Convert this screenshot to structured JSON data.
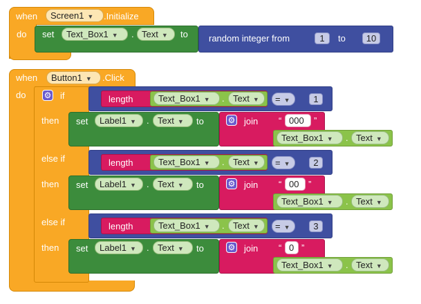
{
  "event1": {
    "when": "when",
    "component": "Screen1",
    "event_name": ".Initialize",
    "do": "do",
    "set_kw": "set",
    "target": "Text_Box1",
    "dot": ".",
    "prop": "Text",
    "to": "to",
    "random_label": "random integer from",
    "from_value": "1",
    "to_kw": "to",
    "to_value": "10"
  },
  "event2": {
    "when": "when",
    "component": "Button1",
    "event_name": ".Click",
    "do": "do",
    "if_kw": "if",
    "then_kw": "then",
    "else_if_kw": "else if",
    "branches": [
      {
        "length_kw": "length",
        "length_comp": "Text_Box1",
        "length_prop": "Text",
        "op": "=",
        "compare": "1",
        "set_kw": "set",
        "target": "Label1",
        "prop": "Text",
        "to": "to",
        "join_kw": "join",
        "prefix": "000",
        "join_comp": "Text_Box1",
        "join_prop": "Text"
      },
      {
        "length_kw": "length",
        "length_comp": "Text_Box1",
        "length_prop": "Text",
        "op": "=",
        "compare": "2",
        "set_kw": "set",
        "target": "Label1",
        "prop": "Text",
        "to": "to",
        "join_kw": "join",
        "prefix": "00",
        "join_comp": "Text_Box1",
        "join_prop": "Text"
      },
      {
        "length_kw": "length",
        "length_comp": "Text_Box1",
        "length_prop": "Text",
        "op": "=",
        "compare": "3",
        "set_kw": "set",
        "target": "Label1",
        "prop": "Text",
        "to": "to",
        "join_kw": "join",
        "prefix": "0",
        "join_comp": "Text_Box1",
        "join_prop": "Text"
      }
    ]
  },
  "icons": {
    "mutator": "gear-icon",
    "dropdown": "chevron-down-icon"
  },
  "colors": {
    "event": "#f9a825",
    "setter": "#3c8c3c",
    "math": "#3f4fa0",
    "text": "#d81b60",
    "getter": "#8bc34a",
    "mutator": "#6a5acd"
  }
}
